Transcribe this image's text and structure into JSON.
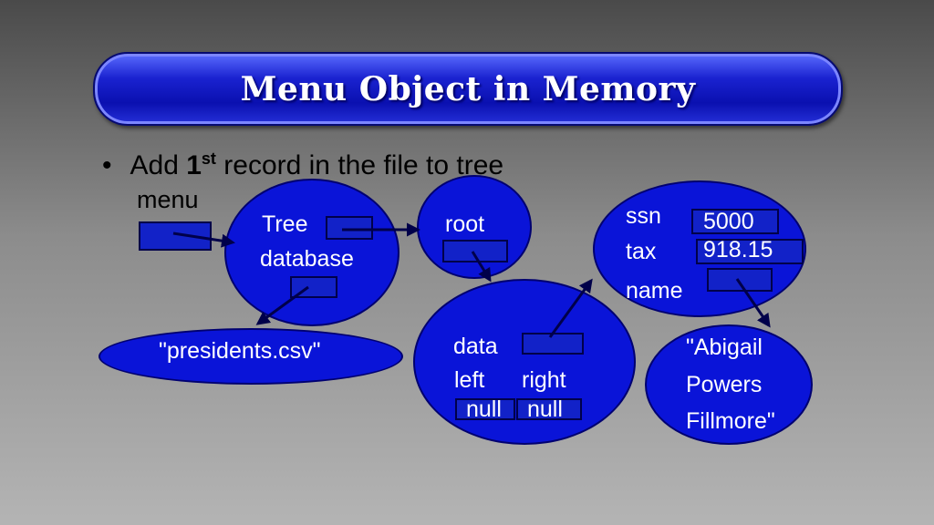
{
  "title": "Menu Object in Memory",
  "bullet": {
    "prefix": "Add ",
    "ordinal_num": "1",
    "ordinal_sup": "st",
    "suffix": " record in the file to tree"
  },
  "menu_label": "menu",
  "tree_node": {
    "line1": "Tree",
    "line2": "database"
  },
  "root_label": "root",
  "filename": "\"presidents.csv\"",
  "tree_node_node": {
    "data_label": "data",
    "left_label": "left",
    "right_label": "right",
    "left_value": "null",
    "right_value": "null"
  },
  "record": {
    "ssn_label": "ssn",
    "ssn_value": "5000",
    "tax_label": "tax",
    "tax_value": "918.15",
    "name_label": "name"
  },
  "name_string": {
    "line1": "\"Abigail",
    "line2": "Powers",
    "line3": "Fillmore\""
  },
  "colors": {
    "node_fill": "#0a14d8",
    "banner": "#1a22d0"
  }
}
